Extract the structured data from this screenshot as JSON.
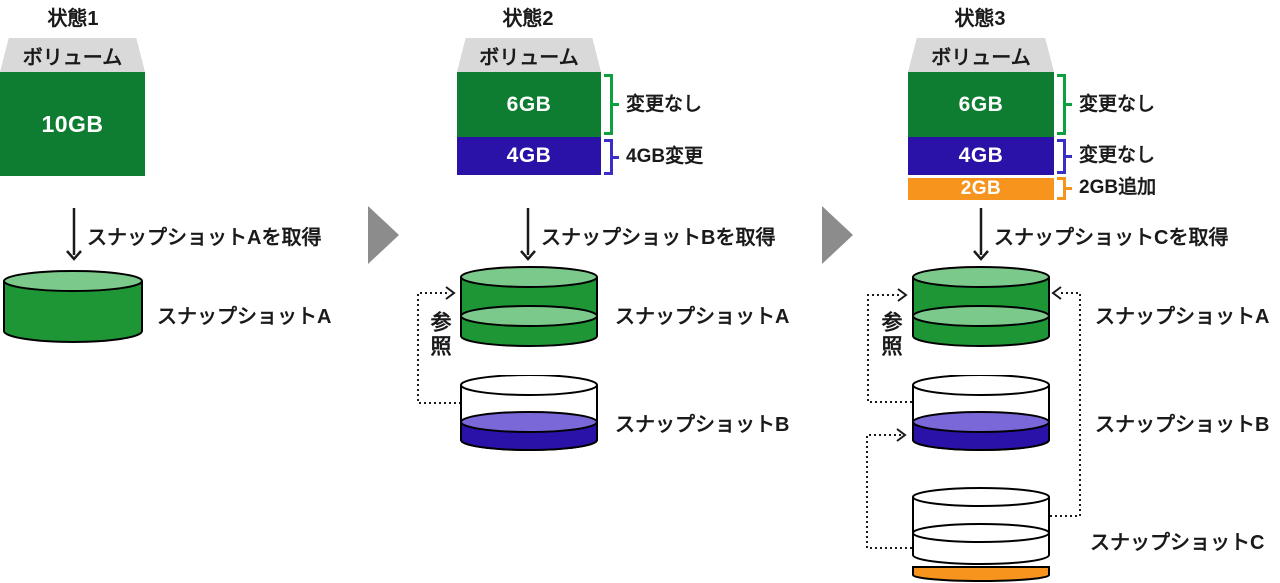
{
  "colors": {
    "volume_green": "#0e7d32",
    "volume_blue": "#2a12a8",
    "volume_orange": "#f7941e",
    "cylinder_green": "#1f9636",
    "cylinder_green_top": "#7cc98c",
    "cylinder_blue": "#2a12a8",
    "cylinder_blue_top": "#7b68d8",
    "cylinder_orange": "#f7941e",
    "volume_cap_gray": "#d9d9d9",
    "transition_gray": "#8c8c8c",
    "bracket_green": "#0f9f3f",
    "bracket_blue": "#3a2ec4",
    "bracket_orange": "#f7941e",
    "ink": "#1a1a1a"
  },
  "states": [
    {
      "title": "状態1",
      "volume_label": "ボリューム",
      "segments": [
        {
          "size": "10GB"
        }
      ],
      "action": "スナップショットAを取得",
      "snapshots": [
        {
          "label": "スナップショットA"
        }
      ]
    },
    {
      "title": "状態2",
      "volume_label": "ボリューム",
      "segments": [
        {
          "size": "6GB",
          "annotation": "変更なし"
        },
        {
          "size": "4GB",
          "annotation": "4GB変更"
        }
      ],
      "action": "スナップショットBを取得",
      "reference_label": "参照",
      "snapshots": [
        {
          "label": "スナップショットA"
        },
        {
          "label": "スナップショットB"
        }
      ]
    },
    {
      "title": "状態3",
      "volume_label": "ボリューム",
      "segments": [
        {
          "size": "6GB",
          "annotation": "変更なし"
        },
        {
          "size": "4GB",
          "annotation": "変更なし"
        },
        {
          "size": "2GB",
          "annotation": "2GB追加"
        }
      ],
      "action": "スナップショットCを取得",
      "reference_label": "参照",
      "snapshots": [
        {
          "label": "スナップショットA"
        },
        {
          "label": "スナップショットB"
        },
        {
          "label": "スナップショットC"
        }
      ]
    }
  ]
}
